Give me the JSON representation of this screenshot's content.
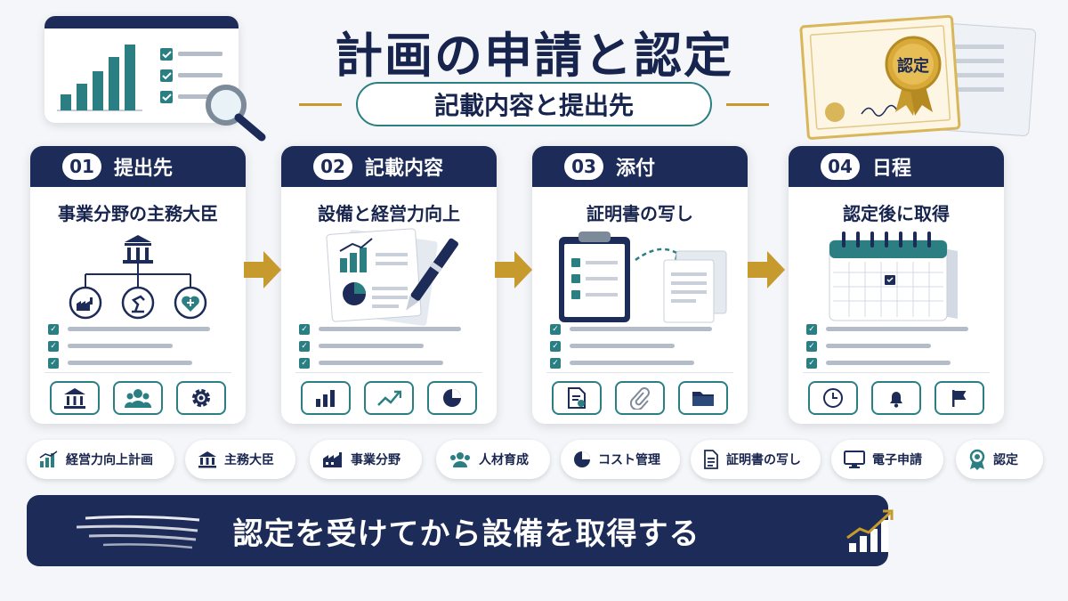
{
  "header": {
    "title": "計画の申請と認定",
    "subtitle": "記載内容と提出先"
  },
  "certificate": {
    "seal_label": "認定"
  },
  "steps": [
    {
      "number": "01",
      "label": "提出先",
      "subtitle": "事業分野の主務大臣"
    },
    {
      "number": "02",
      "label": "記載内容",
      "subtitle": "設備と経営力向上"
    },
    {
      "number": "03",
      "label": "添付",
      "subtitle": "証明書の写し"
    },
    {
      "number": "04",
      "label": "日程",
      "subtitle": "認定後に取得"
    }
  ],
  "step_icons": [
    [
      "government-building-icon",
      "people-icon",
      "gear-icon"
    ],
    [
      "bar-chart-icon",
      "trend-line-icon",
      "pie-chart-icon"
    ],
    [
      "document-stamp-icon",
      "paperclip-icon",
      "folder-icon"
    ],
    [
      "clock-icon",
      "bell-icon",
      "flag-icon"
    ]
  ],
  "tags": [
    {
      "label": "経営力向上計画",
      "icon": "bar-chart-icon"
    },
    {
      "label": "主務大臣",
      "icon": "government-building-icon"
    },
    {
      "label": "事業分野",
      "icon": "factory-icon"
    },
    {
      "label": "人材育成",
      "icon": "people-icon"
    },
    {
      "label": "コスト管理",
      "icon": "pie-chart-icon"
    },
    {
      "label": "証明書の写し",
      "icon": "document-icon"
    },
    {
      "label": "電子申請",
      "icon": "monitor-icon"
    },
    {
      "label": "認定",
      "icon": "award-ribbon-icon"
    }
  ],
  "banner": {
    "text": "認定を受けてから設備を取得する"
  },
  "colors": {
    "navy": "#1c2b57",
    "teal": "#2b7f83",
    "gold": "#c69a2c",
    "background": "#f4f6fa"
  }
}
